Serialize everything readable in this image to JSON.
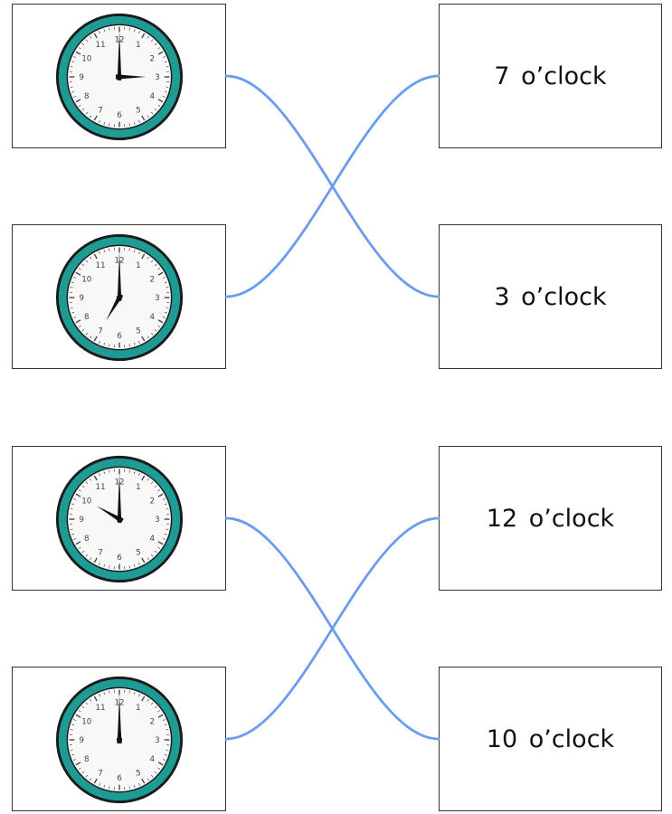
{
  "clocks": [
    {
      "hour": 3,
      "minute": 0
    },
    {
      "hour": 7,
      "minute": 0
    },
    {
      "hour": 10,
      "minute": 0
    },
    {
      "hour": 12,
      "minute": 0
    }
  ],
  "labels": [
    "7 o’clock",
    "3 o’clock",
    "12 o’clock",
    "10 o’clock"
  ],
  "matches": [
    [
      0,
      1
    ],
    [
      1,
      0
    ],
    [
      2,
      3
    ],
    [
      3,
      2
    ]
  ],
  "colors": {
    "line": "#6a9cf0",
    "rim": "#1e9b92",
    "face": "#f8f8f8",
    "hand": "#111111"
  },
  "dial_numerals": [
    "12",
    "1",
    "2",
    "3",
    "4",
    "5",
    "6",
    "7",
    "8",
    "9",
    "10",
    "11"
  ]
}
